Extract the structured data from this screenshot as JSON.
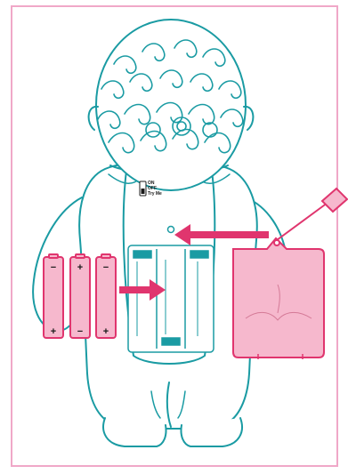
{
  "switch_labels": {
    "on": "ON",
    "off": "OFF",
    "try_me": "Try Me"
  },
  "battery_signs": {
    "b1_top": "−",
    "b1_bottom": "+",
    "b2_top": "+",
    "b2_bottom": "−",
    "b3_top": "−",
    "b3_bottom": "+"
  },
  "colors": {
    "outline": "#1a9ba3",
    "accent": "#e0356e",
    "fill_pink": "#f6b8cd",
    "frame": "#f0a8c8"
  }
}
